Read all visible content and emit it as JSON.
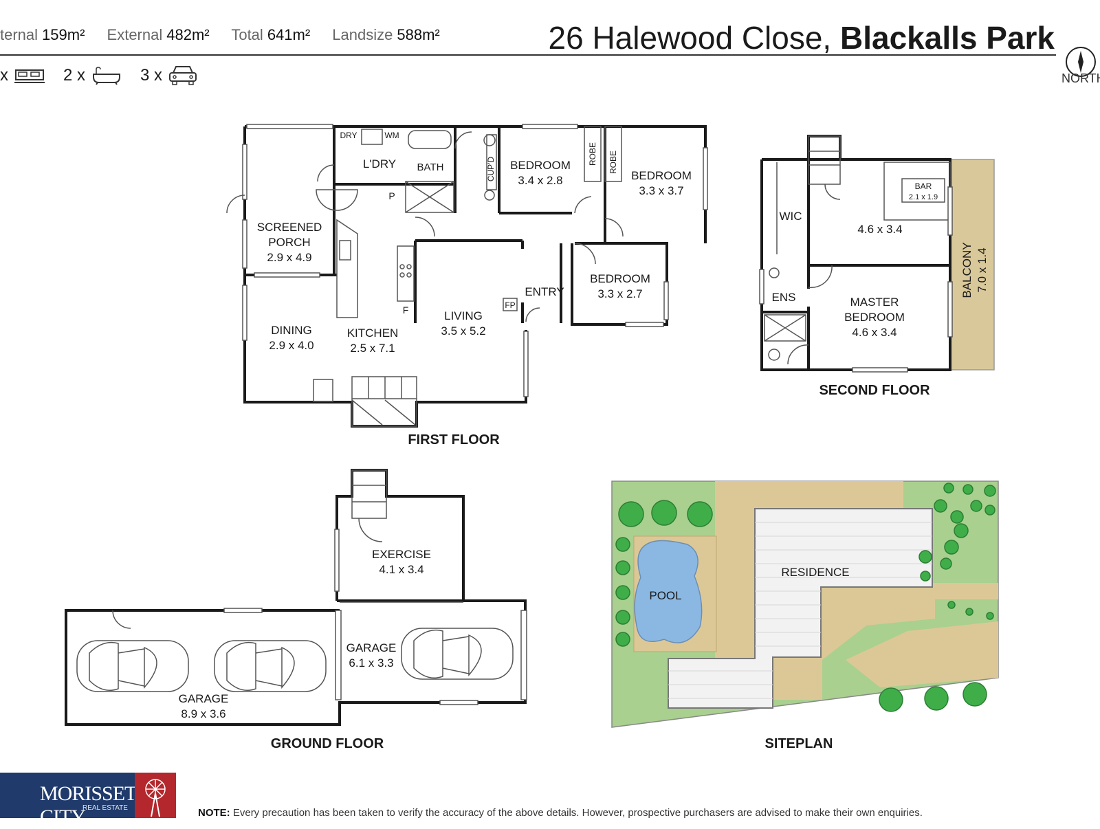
{
  "stats": {
    "internal_label": "ternal",
    "internal_value": "159m²",
    "external_label": "External",
    "external_value": "482m²",
    "total_label": "Total",
    "total_value": "641m²",
    "land_label": "Landsize",
    "land_value": "588m²"
  },
  "address": {
    "street": "26 Halewood Close,",
    "suburb": "Blackalls Park"
  },
  "counts": {
    "bed": "x",
    "bath": "2 x",
    "car": "3 x"
  },
  "north": {
    "label": "NORTH"
  },
  "first_floor": {
    "title": "FIRST FLOOR",
    "dry": "DRY",
    "wm": "WM",
    "laundry": "L'DRY",
    "bath": "BATH",
    "cupd": "CUP'D",
    "pantry": "P",
    "fridge": "F",
    "fp": "FP",
    "robe": "ROBE",
    "entry": "ENTRY",
    "porch_name_1": "SCREENED",
    "porch_name_2": "PORCH",
    "porch_dim": "2.9 x 4.9",
    "dining_name": "DINING",
    "dining_dim": "2.9 x 4.0",
    "kitchen_name": "KITCHEN",
    "kitchen_dim": "2.5 x 7.1",
    "living_name": "LIVING",
    "living_dim": "3.5 x 5.2",
    "bed1_name": "BEDROOM",
    "bed1_dim": "3.4 x 2.8",
    "bed2_name": "BEDROOM",
    "bed2_dim": "3.3 x 3.7",
    "bed3_name": "BEDROOM",
    "bed3_dim": "3.3 x 2.7"
  },
  "second_floor": {
    "title": "SECOND FLOOR",
    "wic": "WIC",
    "ens": "ENS",
    "bar": "BAR",
    "bar_dim": "2.1 x 1.9",
    "room_dim": "4.6 x 3.4",
    "master_1": "MASTER",
    "master_2": "BEDROOM",
    "master_dim": "4.6 x 3.4",
    "balcony": "BALCONY",
    "balcony_dim": "7.0 x 1.4"
  },
  "ground_floor": {
    "title": "GROUND FLOOR",
    "exercise": "EXERCISE",
    "exercise_dim": "4.1 x 3.4",
    "garage_small": "GARAGE",
    "garage_small_dim": "6.1 x 3.3",
    "garage_big": "GARAGE",
    "garage_big_dim": "8.9 x 3.6"
  },
  "siteplan": {
    "title": "SITEPLAN",
    "residence": "RESIDENCE",
    "pool": "POOL"
  },
  "logo": {
    "name": "MORISSET CITY",
    "tag": "REAL ESTATE"
  },
  "note": {
    "lead": "NOTE:",
    "text": "Every precaution has been taken to verify the accuracy of the above details. However, prospective purchasers are advised to make their own enquiries."
  },
  "colors": {
    "wall": "#1a1a1a",
    "balcony": "#d9c89a",
    "lawn": "#a9d08e",
    "sand": "#dcc896",
    "pool": "#8bb8e3",
    "tree": "#3fae49",
    "logo_bg": "#1f3a6b",
    "logo_red": "#b3272d"
  }
}
